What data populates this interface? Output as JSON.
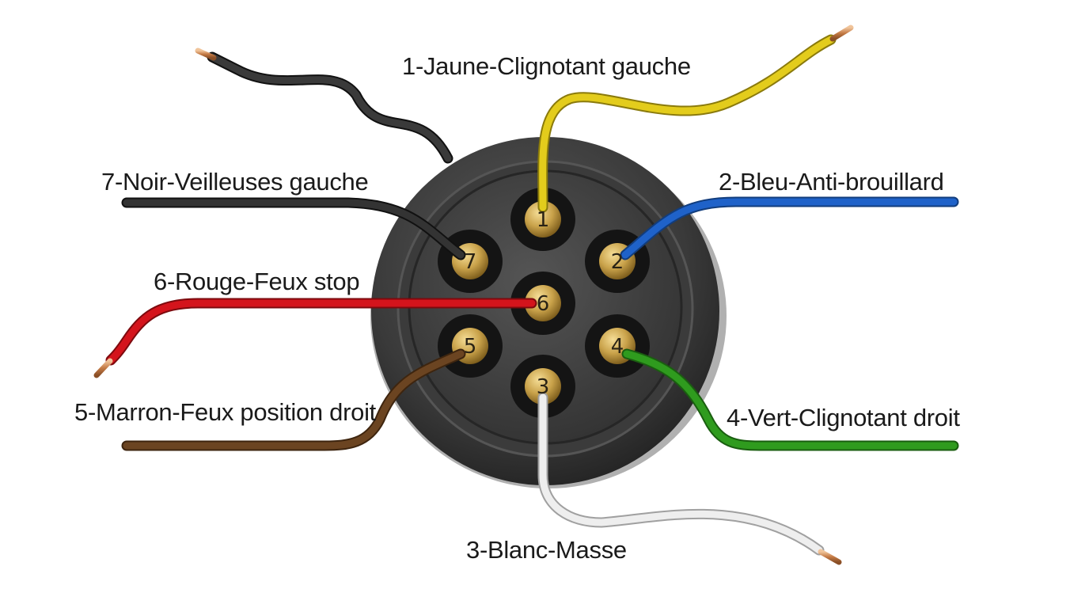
{
  "diagram": {
    "pins": [
      {
        "number": "1",
        "color_name": "Jaune",
        "function": "Clignotant gauche",
        "label": "1-Jaune-Clignotant gauche",
        "wire_color": "#e3cc1c"
      },
      {
        "number": "2",
        "color_name": "Bleu",
        "function": "Anti-brouillard",
        "label": "2-Bleu-Anti-brouillard",
        "wire_color": "#1f62c9"
      },
      {
        "number": "3",
        "color_name": "Blanc",
        "function": "Masse",
        "label": "3-Blanc-Masse",
        "wire_color": "#e6e6e6"
      },
      {
        "number": "4",
        "color_name": "Vert",
        "function": "Clignotant droit",
        "label": "4-Vert-Clignotant droit",
        "wire_color": "#2f9b1e"
      },
      {
        "number": "5",
        "color_name": "Marron",
        "function": "Feux position droit",
        "label": "5-Marron-Feux position droit",
        "wire_color": "#6b4421"
      },
      {
        "number": "6",
        "color_name": "Rouge",
        "function": "Feux stop",
        "label": "6-Rouge-Feux stop",
        "wire_color": "#d4141c"
      },
      {
        "number": "7",
        "color_name": "Noir",
        "function": "Veilleuses gauche",
        "label": "7-Noir-Veilleuses gauche",
        "wire_color": "#2b2b2b"
      }
    ],
    "extra_wire": {
      "color_name": "Noir",
      "wire_color": "#2b2b2b"
    },
    "colors": {
      "connector_body": "#3f3f3f",
      "pin_brass": "#c9a24a",
      "copper_tip": "#c98a5a"
    }
  }
}
